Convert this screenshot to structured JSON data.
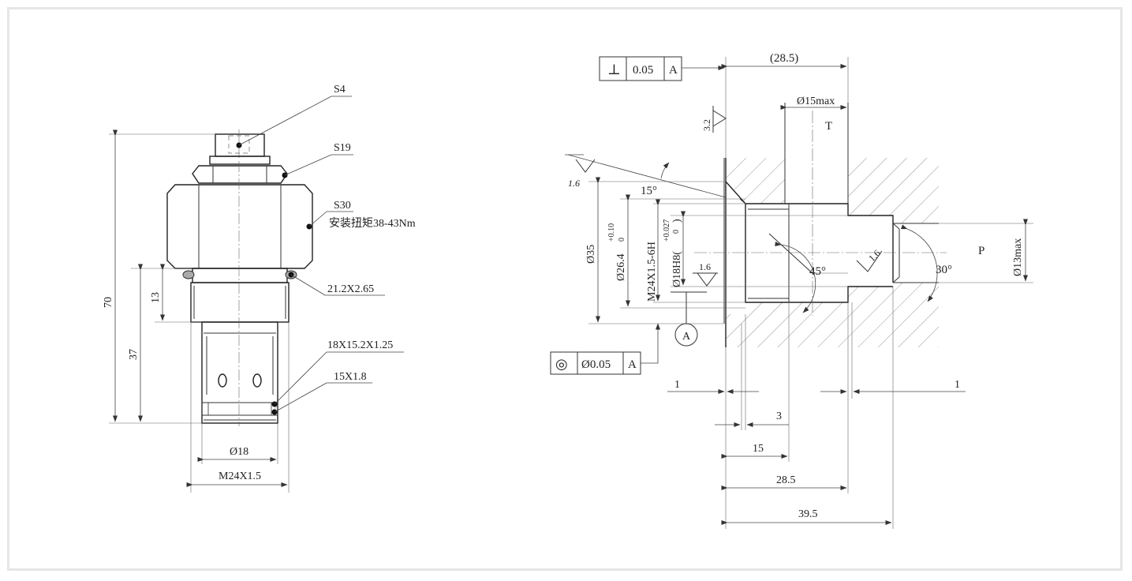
{
  "left_view": {
    "labels": {
      "s4": "S4",
      "s19": "S19",
      "s30": "S30",
      "torque": "安装扭矩38-43Nm",
      "oring1": "21.2X2.65",
      "oring2": "18X15.2X1.25",
      "oring3": "15X1.8"
    },
    "dims": {
      "overall": "70",
      "d37": "37",
      "d13": "13",
      "dia18": "Ø18",
      "thread": "M24X1.5"
    }
  },
  "right_view": {
    "tolerance": {
      "perp_symbol": "⊥",
      "perp_value": "0.05",
      "perp_datum": "A",
      "conc_symbol": "◎",
      "conc_value": "Ø0.05",
      "conc_datum": "A"
    },
    "datum_label": "A",
    "surface_rough": {
      "r1": "3.2",
      "r2": "1.6",
      "r3": "1.6",
      "r4": "1.6"
    },
    "angles": {
      "a15": "15°",
      "a45": "45°",
      "a30": "30°"
    },
    "ports": {
      "t": "T",
      "p": "P"
    },
    "dims": {
      "top_ref": "(28.5)",
      "dia15max": "Ø15max",
      "dia35": "Ø35",
      "dia26": "Ø26.4",
      "dia26_tol_up": "+0.10",
      "dia26_tol_low": "0",
      "thread": "M24X1.5-6H",
      "dia18h8": "Ø18H8(",
      "dia18_tol_up": "+0.027",
      "dia18_tol_low": "0",
      "dia18_close": ")",
      "dia13max": "Ø13max",
      "d1_left": "1",
      "d1_right": "1",
      "d3": "3",
      "d15": "15",
      "d28_5": "28.5",
      "d39_5": "39.5"
    }
  }
}
